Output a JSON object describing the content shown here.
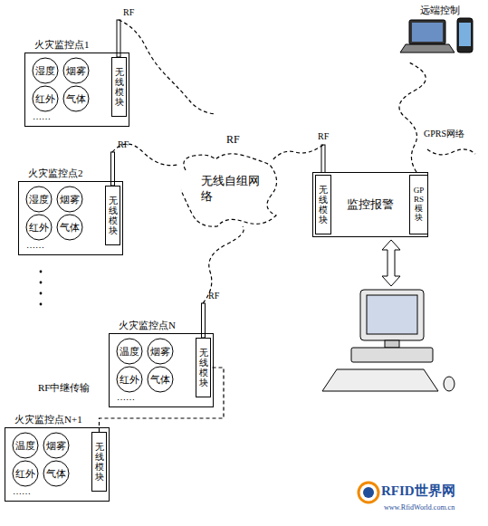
{
  "diagram": {
    "nodes": [
      {
        "text": [
          "火灾监控点1",
          "……"
        ]
      },
      {
        "text": [
          "湿度"
        ],
        "in": 0
      },
      {
        "text": [
          "烟雾"
        ],
        "in": 0
      },
      {
        "text": [
          "红外"
        ],
        "in": 0
      },
      {
        "text": [
          "气体"
        ],
        "in": 0
      },
      {
        "text": [
          "无线模块"
        ],
        "in": 0
      },
      {
        "text": [
          "火灾监控点2",
          "……"
        ]
      },
      {
        "text": [
          "湿度"
        ],
        "in": 6
      },
      {
        "text": [
          "烟雾"
        ],
        "in": 6
      },
      {
        "text": [
          "红外"
        ],
        "in": 6
      },
      {
        "text": [
          "气体"
        ],
        "in": 6
      },
      {
        "text": [
          "无线模块"
        ],
        "in": 6
      },
      {
        "text": [
          "火灾监控点N",
          "……"
        ]
      },
      {
        "text": [
          "温度"
        ],
        "in": 12
      },
      {
        "text": [
          "烟雾"
        ],
        "in": 12
      },
      {
        "text": [
          "红外"
        ],
        "in": 12
      },
      {
        "text": [
          "气体"
        ],
        "in": 12
      },
      {
        "text": [
          "无线模块"
        ],
        "in": 12
      },
      {
        "text": [
          "火灾监控点N+1",
          "……"
        ]
      },
      {
        "text": [
          "温度"
        ],
        "in": 18
      },
      {
        "text": [
          "烟雾"
        ],
        "in": 18
      },
      {
        "text": [
          "红外"
        ],
        "in": 18
      },
      {
        "text": [
          "气体"
        ],
        "in": 18
      },
      {
        "text": [
          "无线模块"
        ],
        "in": 18
      },
      {
        "text": [
          "监控报警"
        ]
      },
      {
        "text": [
          "无线模块"
        ],
        "in": 24
      },
      {
        "text": [
          "GPRS模块"
        ],
        "in": 24
      }
    ],
    "edges": [
      {
        "from": 23,
        "to": 17,
        "label": "RF中继传输",
        "arrow": "none"
      }
    ],
    "labels": [
      "RF",
      "RF",
      "RF",
      "无线自组网络",
      "RF",
      "RF",
      "GPRS网络",
      "远端控制",
      "RFID世界网",
      "www.RfidWorld.com.cn"
    ]
  }
}
